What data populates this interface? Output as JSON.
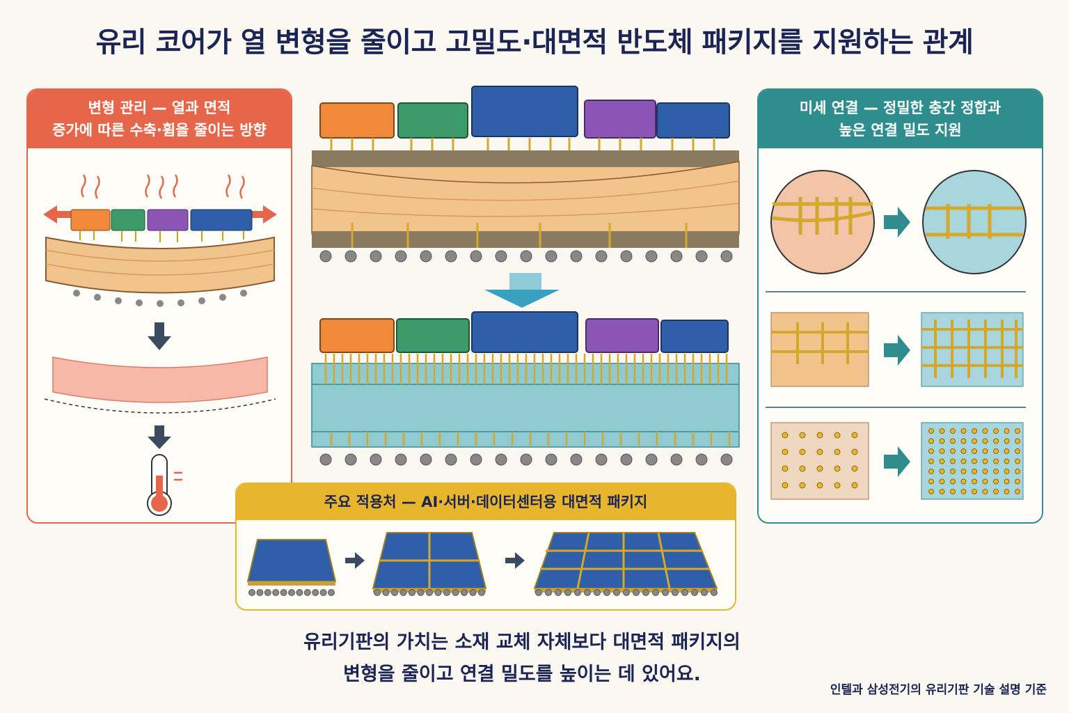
{
  "title": "유리 코어가 열 변형을 줄이고 고밀도·대면적 반도체 패키지를 지원하는 관계",
  "left_panel": {
    "heading_line1": "변형 관리 — 열과 면적",
    "heading_line2": "증가에 따른 수축·휨을 줄이는 방향"
  },
  "right_panel": {
    "heading_line1": "미세 연결 — 정밀한 충간 정합과",
    "heading_line2": "높은 연결 밀도 지원"
  },
  "bottom_panel": {
    "heading": "주요 적용처 — AI·서버·데이터센터용 대면적 패키지"
  },
  "caption": {
    "line1": "유리기판의 가치는 소재 교체 자체보다 대면적 패키지의",
    "line2": "변형을 줄이고 연결 밀도를 높이는 데 있어요."
  },
  "source": "인텔과 삼성전기의 유리기판 기술 설명 기준",
  "colors": {
    "organic_core": "#f1c48e",
    "glass_core": "#8fcbd0",
    "accent_red": "#e5664a",
    "accent_teal": "#2f8d8d",
    "accent_gold": "#e8b62c",
    "chip_orange": "#f08a3a",
    "chip_green": "#3d9a6a",
    "chip_blue": "#2f5fa8",
    "chip_purple": "#8a55b5"
  },
  "icons": [
    "heat-wave-icon",
    "expand-arrow-icon",
    "down-arrow-icon",
    "thermometer-icon",
    "right-arrow-icon"
  ]
}
